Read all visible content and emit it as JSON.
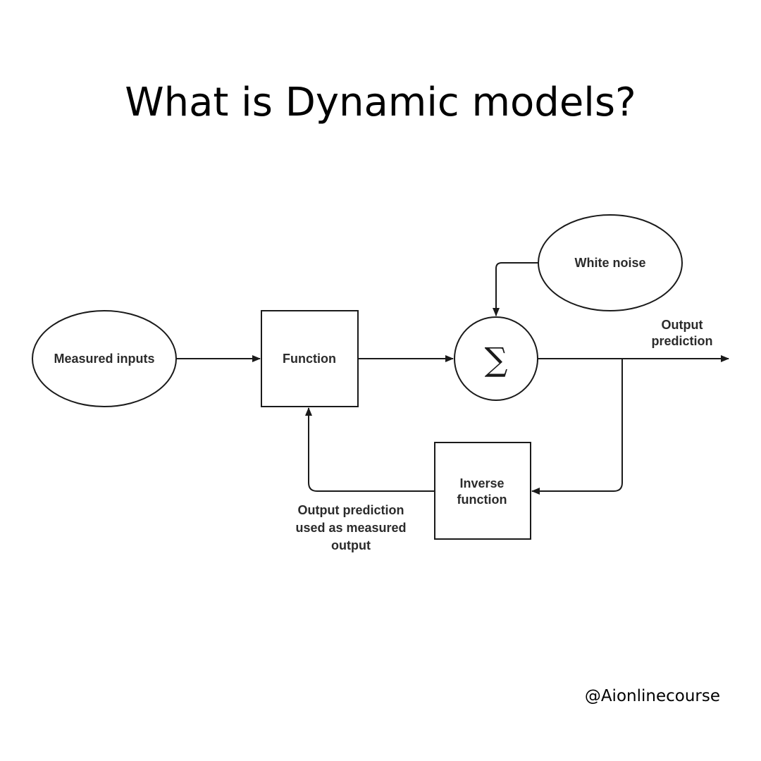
{
  "title": "What is Dynamic models?",
  "footer": {
    "handle": "@Aionlinecourse"
  },
  "diagram": {
    "nodes": {
      "measured_inputs": {
        "shape": "ellipse",
        "label": "Measured inputs"
      },
      "function": {
        "shape": "rectangle",
        "label": "Function"
      },
      "summation": {
        "shape": "circle",
        "label": "∑"
      },
      "white_noise": {
        "shape": "ellipse",
        "label": "White noise"
      },
      "inverse_function": {
        "shape": "rectangle",
        "label_lines": [
          "Inverse",
          "function"
        ]
      }
    },
    "labels": {
      "output_prediction": [
        "Output",
        "prediction"
      ],
      "feedback_note": [
        "Output prediction",
        "used as measured",
        "output"
      ]
    },
    "edges": [
      {
        "from": "measured_inputs",
        "to": "function"
      },
      {
        "from": "function",
        "to": "summation"
      },
      {
        "from": "white_noise",
        "to": "summation"
      },
      {
        "from": "summation",
        "to": "output_prediction"
      },
      {
        "from": "output_prediction",
        "to": "inverse_function"
      },
      {
        "from": "inverse_function",
        "to": "function"
      }
    ],
    "colors": {
      "stroke": "#1a1a1a",
      "text": "#2b2b2b"
    }
  }
}
